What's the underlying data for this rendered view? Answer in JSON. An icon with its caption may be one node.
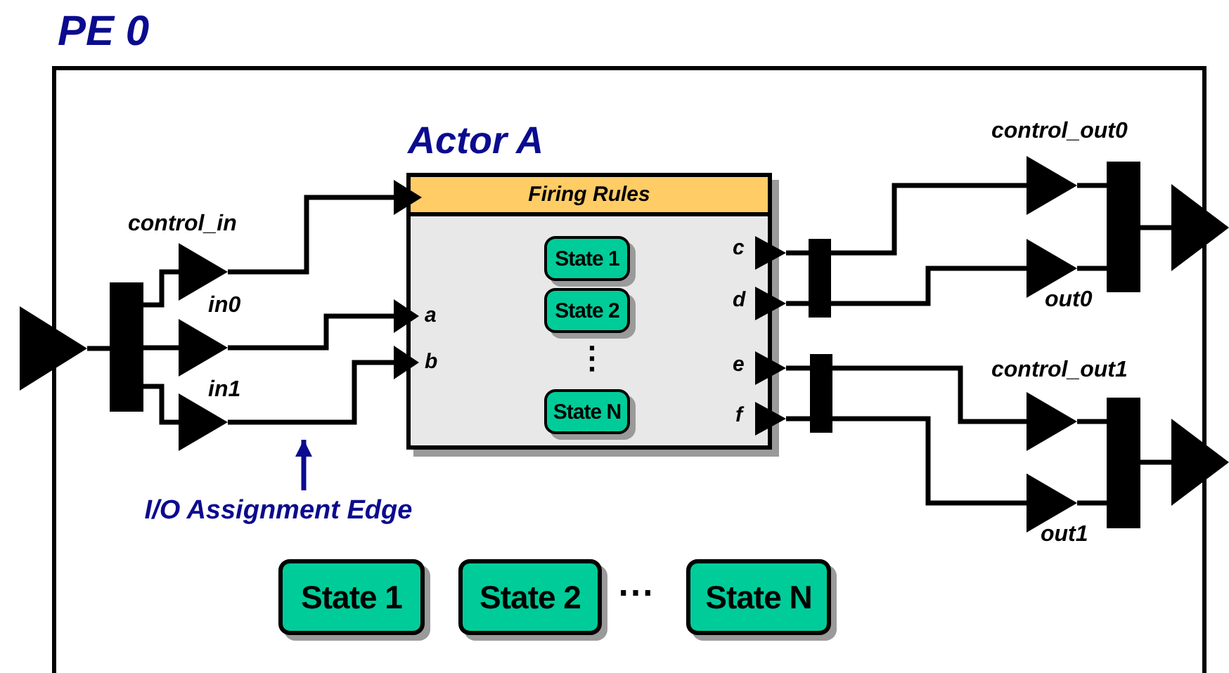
{
  "diagram": {
    "nodes": [
      {
        "text": [
          "PE 0"
        ]
      },
      {
        "text": [
          "Actor A"
        ],
        "in": 0
      },
      {
        "text": [
          "Firing Rules"
        ],
        "in": 1
      },
      {
        "text": [
          "State 1"
        ],
        "in": 1
      },
      {
        "text": [
          "State 2"
        ],
        "in": 1
      },
      {
        "text": [
          "State N"
        ],
        "in": 1
      },
      {
        "text": [],
        "shape": "triangle"
      },
      {
        "text": [],
        "shape": "bar",
        "in": 0
      },
      {
        "text": [
          "control_in"
        ],
        "in": 0
      },
      {
        "text": [
          "in0"
        ],
        "in": 0
      },
      {
        "text": [
          "in1"
        ],
        "in": 0
      },
      {
        "text": [],
        "shape": "triangle",
        "in": 1
      },
      {
        "text": [
          "a"
        ],
        "in": 1
      },
      {
        "text": [
          "b"
        ],
        "in": 1
      },
      {
        "text": [
          "c"
        ],
        "in": 1
      },
      {
        "text": [
          "d"
        ],
        "in": 1
      },
      {
        "text": [
          "e"
        ],
        "in": 1
      },
      {
        "text": [
          "f"
        ],
        "in": 1
      },
      {
        "text": [],
        "shape": "bar",
        "in": 0
      },
      {
        "text": [],
        "shape": "bar",
        "in": 0
      },
      {
        "text": [
          "control_out0"
        ],
        "in": 0
      },
      {
        "text": [
          "out0"
        ],
        "in": 0
      },
      {
        "text": [],
        "shape": "bar",
        "in": 0
      },
      {
        "text": [],
        "shape": "triangle"
      },
      {
        "text": [
          "control_out1"
        ],
        "in": 0
      },
      {
        "text": [
          "out1"
        ],
        "in": 0
      },
      {
        "text": [],
        "shape": "bar",
        "in": 0
      },
      {
        "text": [],
        "shape": "triangle"
      },
      {
        "text": [
          "State 1"
        ],
        "in": 0
      },
      {
        "text": [
          "State 2"
        ],
        "in": 0
      },
      {
        "text": [
          "State N"
        ],
        "in": 0
      },
      {
        "text": [
          "I/O Assignment Edge"
        ],
        "in": 0
      }
    ],
    "edges": [
      {
        "from": 6,
        "to": 7,
        "arrow": "none"
      },
      {
        "from": 7,
        "to": 8,
        "arrow": "none"
      },
      {
        "from": 7,
        "to": 9,
        "arrow": "none"
      },
      {
        "from": 7,
        "to": 10,
        "arrow": "none"
      },
      {
        "from": 8,
        "to": 11,
        "arrow": "none"
      },
      {
        "from": 9,
        "to": 12,
        "arrow": "none"
      },
      {
        "from": 10,
        "to": 13,
        "arrow": "none"
      },
      {
        "from": 14,
        "to": 18,
        "arrow": "none"
      },
      {
        "from": 15,
        "to": 18,
        "arrow": "none"
      },
      {
        "from": 16,
        "to": 19,
        "arrow": "none"
      },
      {
        "from": 17,
        "to": 19,
        "arrow": "none"
      },
      {
        "from": 18,
        "to": 20,
        "arrow": "none"
      },
      {
        "from": 18,
        "to": 21,
        "arrow": "none"
      },
      {
        "from": 19,
        "to": 24,
        "arrow": "none"
      },
      {
        "from": 19,
        "to": 25,
        "arrow": "none"
      },
      {
        "from": 20,
        "to": 22,
        "arrow": "none"
      },
      {
        "from": 21,
        "to": 22,
        "arrow": "none"
      },
      {
        "from": 22,
        "to": 23,
        "arrow": "none"
      },
      {
        "from": 24,
        "to": 26,
        "arrow": "none"
      },
      {
        "from": 25,
        "to": 26,
        "arrow": "none"
      },
      {
        "from": 26,
        "to": 27,
        "arrow": "none"
      },
      {
        "from": 31,
        "to": null,
        "arrow": "to",
        "color": "#0b0b8f"
      }
    ],
    "labels": [
      "⋮",
      "⋯"
    ]
  }
}
